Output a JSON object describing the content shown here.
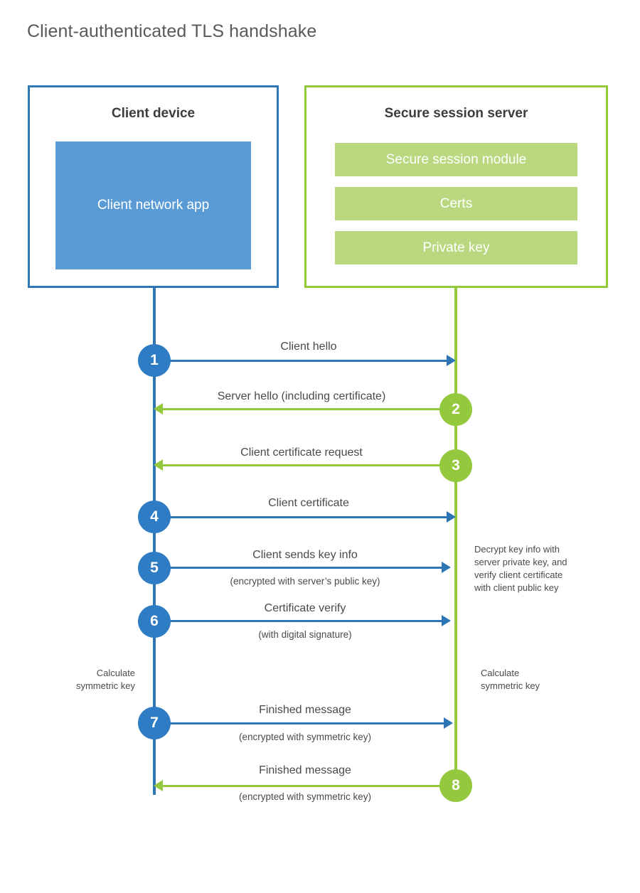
{
  "diagram": {
    "title": "Client-authenticated TLS handshake",
    "type": "sequence",
    "colors": {
      "client_accent": "#2e75b6",
      "client_fill": "#5b9bd5",
      "client_circle": "#2e7cc4",
      "server_accent": "#95c93d",
      "server_fill": "#b9d880",
      "text": "#4a4a4a",
      "title_text": "#595959"
    }
  },
  "actors": {
    "client": {
      "title": "Client device",
      "component": "Client network app"
    },
    "server": {
      "title": "Secure session server",
      "components": [
        "Secure session module",
        "Certs",
        "Private key"
      ]
    }
  },
  "steps": [
    {
      "number": "1",
      "label": "Client hello",
      "sublabel": "",
      "direction": "client-to-server",
      "color": "blue"
    },
    {
      "number": "2",
      "label": "Server hello (including certificate)",
      "sublabel": "",
      "direction": "server-to-client",
      "color": "green"
    },
    {
      "number": "3",
      "label": "Client certificate request",
      "sublabel": "",
      "direction": "server-to-client",
      "color": "green"
    },
    {
      "number": "4",
      "label": "Client certificate",
      "sublabel": "",
      "direction": "client-to-server",
      "color": "blue"
    },
    {
      "number": "5",
      "label": "Client sends key info",
      "sublabel": "(encrypted with server’s public key)",
      "direction": "client-to-server",
      "color": "blue"
    },
    {
      "number": "6",
      "label": "Certificate verify",
      "sublabel": "(with digital signature)",
      "direction": "client-to-server",
      "color": "blue"
    },
    {
      "number": "7",
      "label": "Finished message",
      "sublabel": "(encrypted with symmetric key)",
      "direction": "client-to-server",
      "color": "blue"
    },
    {
      "number": "8",
      "label": "Finished message",
      "sublabel": "(encrypted with symmetric key)",
      "direction": "server-to-client",
      "color": "green"
    }
  ],
  "annotations": {
    "server_decrypt": "Decrypt key info with\nserver private key, and\nverify client certificate\nwith client public key",
    "client_calculate": "Calculate\nsymmetric key",
    "server_calculate": "Calculate\nsymmetric key"
  }
}
